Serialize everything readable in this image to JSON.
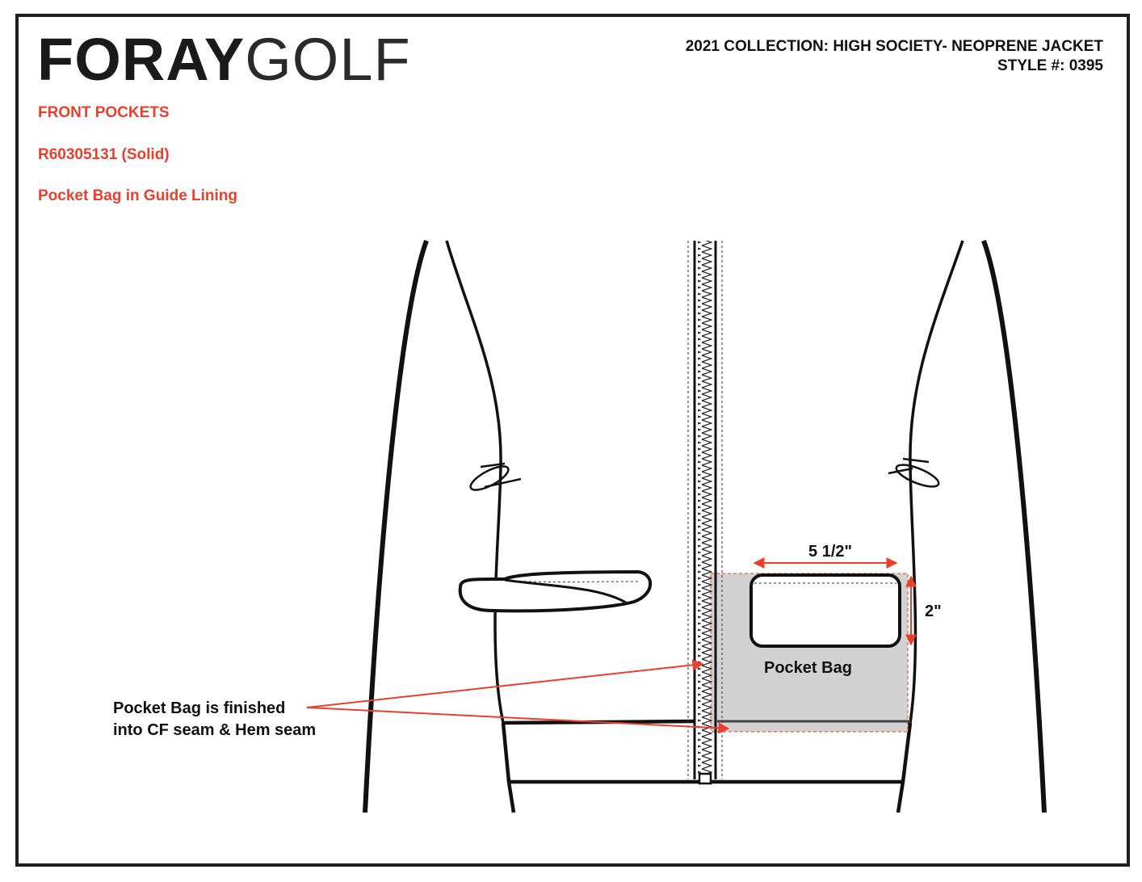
{
  "logo": {
    "bold": "FORAY",
    "light": "GOLF"
  },
  "header": {
    "collection": "2021 COLLECTION: HIGH SOCIETY- NEOPRENE JACKET",
    "style": "STYLE #: 0395"
  },
  "notes": [
    "FRONT POCKETS",
    "R60305131 (Solid)",
    "Pocket Bag in Guide Lining"
  ],
  "dimensions": {
    "width": "5 1/2\"",
    "height": "2\""
  },
  "labels": {
    "pocket_bag": "Pocket Bag",
    "callout_line1": "Pocket Bag is finished",
    "callout_line2": "into CF seam & Hem seam"
  },
  "colors": {
    "accent": "#e8402d",
    "pocket_fill": "#d2d2d2",
    "line": "#111111"
  }
}
